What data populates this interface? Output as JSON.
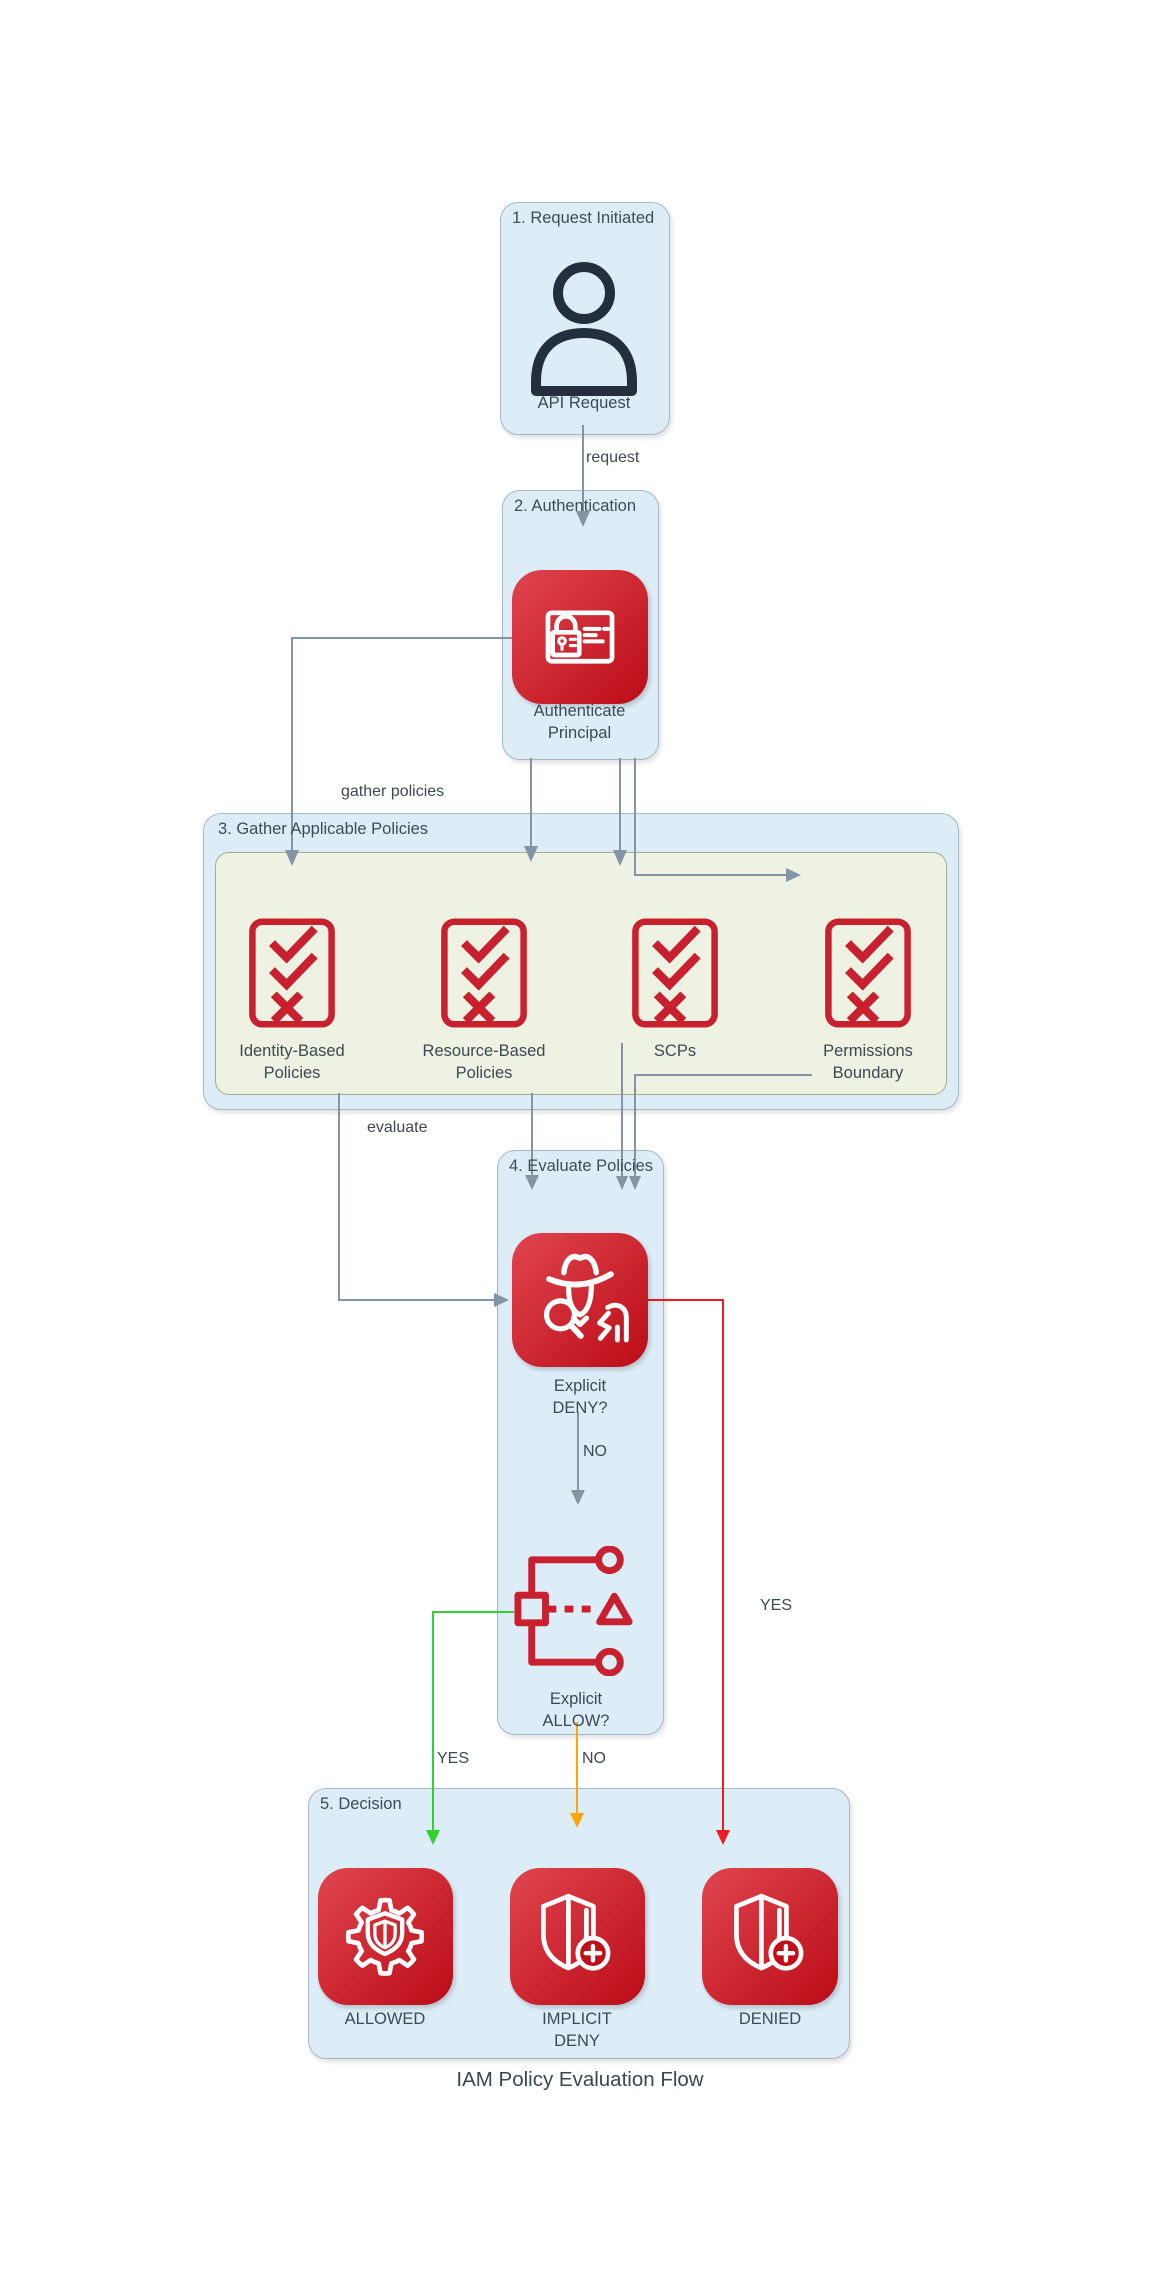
{
  "caption": "IAM Policy Evaluation Flow",
  "stage1": {
    "title": "1. Request Initiated",
    "node": "API Request"
  },
  "stage2": {
    "title": "2. Authentication",
    "node": "Authenticate Principal"
  },
  "stage3": {
    "title": "3. Gather Applicable Policies",
    "policies": [
      "Identity-Based Policies",
      "Resource-Based Policies",
      "SCPs",
      "Permissions Boundary"
    ]
  },
  "stage4": {
    "title": "4. Evaluate Policies",
    "deny_node": "Explicit DENY?",
    "allow_node": "Explicit ALLOW?"
  },
  "stage5": {
    "title": "5. Decision",
    "outcomes": [
      "ALLOWED",
      "IMPLICIT DENY",
      "DENIED"
    ]
  },
  "edges": {
    "request": "request",
    "gather": "gather policies",
    "evaluate": "evaluate",
    "deny_no": "NO",
    "deny_yes": "YES",
    "allow_yes": "YES",
    "allow_no": "NO"
  },
  "icons": {
    "stage1_node": "user-icon",
    "stage2_node": "id-card-lock-icon",
    "stage3_nodes": "policy-checklist-icon",
    "stage4_deny": "detective-magnifier-icon",
    "stage4_allow": "flow-branch-icon",
    "decision_allowed": "gear-shield-icon",
    "decision_implicit_deny": "shield-plus-icon",
    "decision_denied": "shield-plus-icon"
  },
  "colors": {
    "background": "#ffffff",
    "container_fill": "#dcedf8",
    "container_border": "#a8b8c5",
    "policy_panel_fill": "#edf2e2",
    "policy_panel_border": "#a2ad93",
    "tile_gradient_start": "#e0454f",
    "tile_gradient_end": "#bb0c17",
    "outline_icon_red": "#c8202f",
    "edge_gray": "#8394a5",
    "edge_green": "#32d132",
    "edge_orange": "#ffa405",
    "edge_red": "#ee1b23",
    "text": "#3e4952",
    "dark_icon": "#232f3e"
  }
}
